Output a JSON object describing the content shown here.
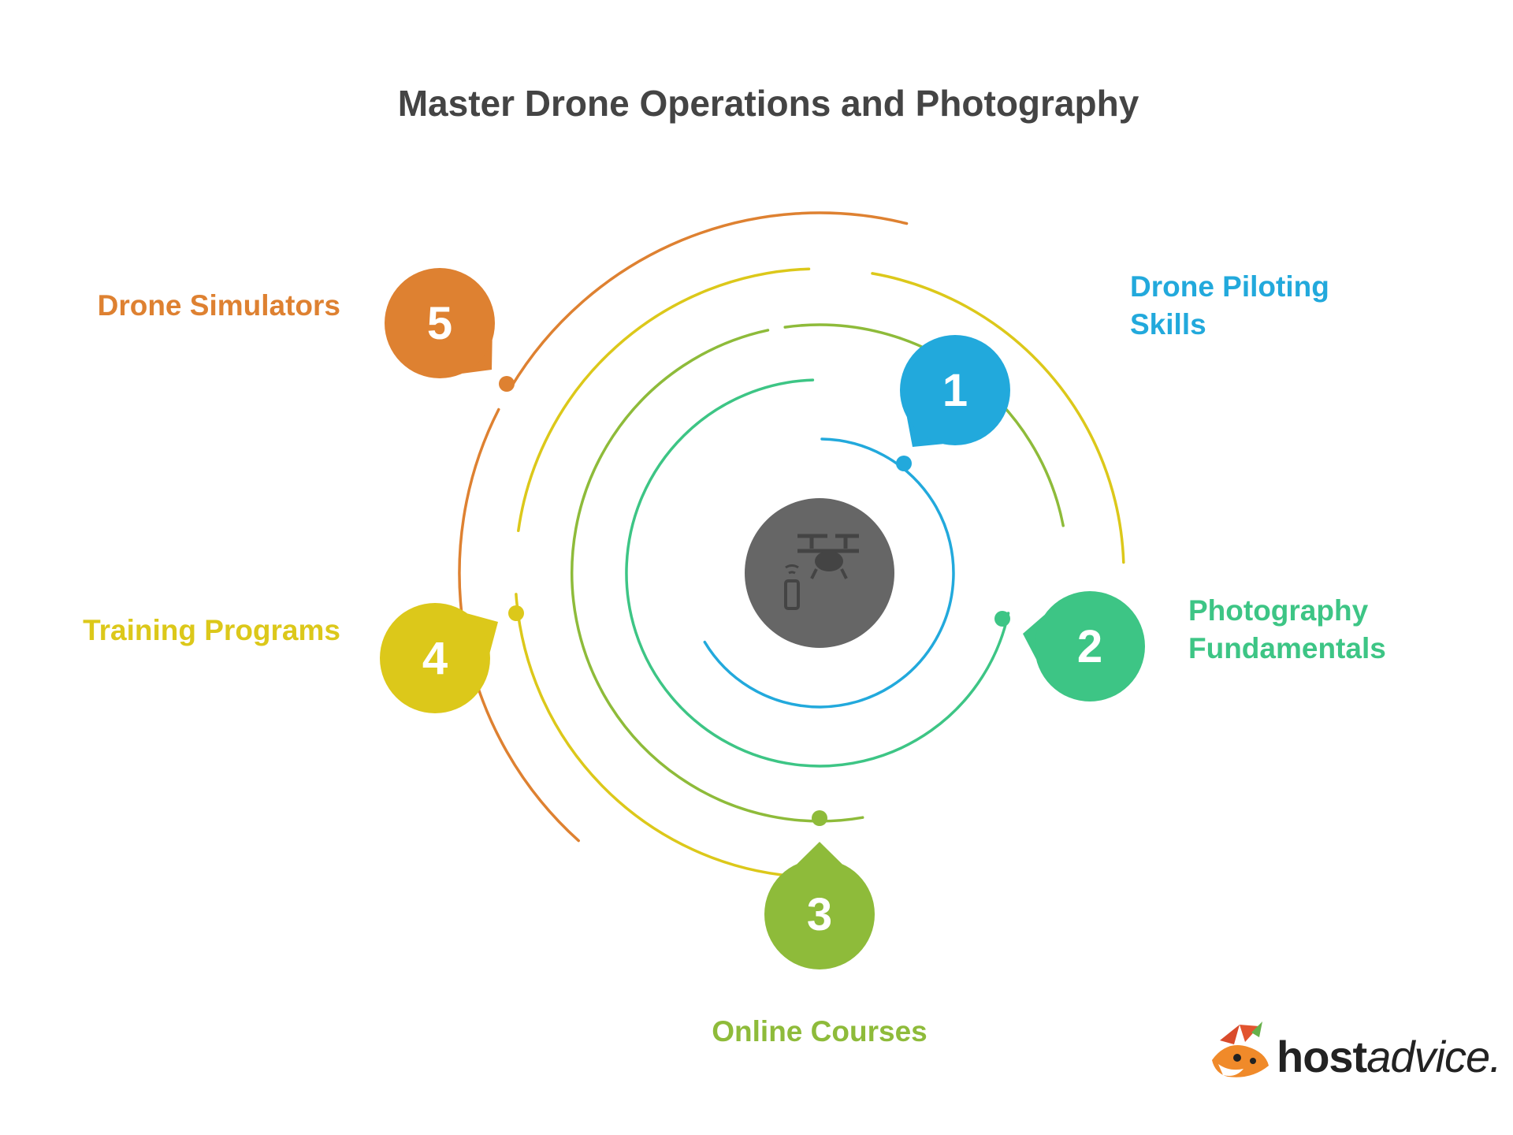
{
  "title": "Master Drone Operations and Photography",
  "colors": {
    "center": "#666666",
    "center_icon": "#444444",
    "title": "#444444"
  },
  "center_icon": "drone-remote-icon",
  "steps": [
    {
      "number": "1",
      "label_lines": [
        "Drone Piloting",
        "Skills"
      ],
      "color": "#22A9DC"
    },
    {
      "number": "2",
      "label_lines": [
        "Photography",
        "Fundamentals"
      ],
      "color": "#3DC585"
    },
    {
      "number": "3",
      "label_lines": [
        "Online Courses"
      ],
      "color": "#8EBB3A"
    },
    {
      "number": "4",
      "label_lines": [
        "Training Programs"
      ],
      "color": "#DCC81A"
    },
    {
      "number": "5",
      "label_lines": [
        "Drone Simulators"
      ],
      "color": "#DE8131"
    }
  ],
  "brand": {
    "bold": "host",
    "light": "advice.",
    "logo": "fox-mascot-logo"
  }
}
